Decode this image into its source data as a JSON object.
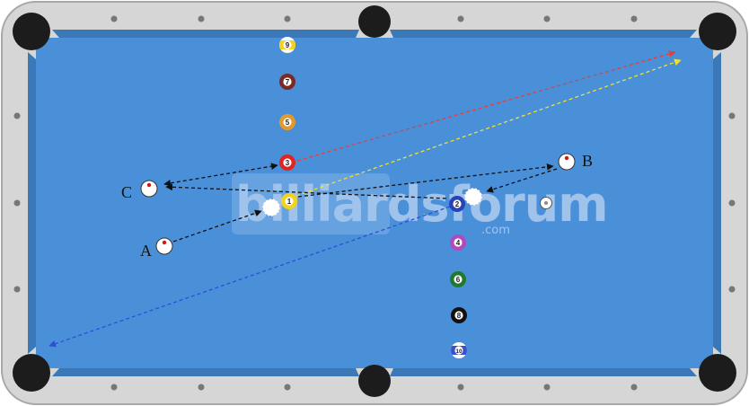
{
  "colors": {
    "felt": "#4a90d9",
    "cushion": "#3a78b8",
    "rail": "#d6d6d6",
    "pocket": "#1c1c1c",
    "path_black": "#111111",
    "path_red": "#e04040",
    "path_yellow": "#f0e030",
    "path_blue": "#2c4fd6"
  },
  "watermark": {
    "main": "billiardsforum",
    "sub": ".com"
  },
  "labels": {
    "A": "A",
    "B": "B",
    "C": "C"
  },
  "balls": [
    {
      "id": "ball-9",
      "number": "9",
      "color": "#f3d21b",
      "stripe": true
    },
    {
      "id": "ball-7",
      "number": "7",
      "color": "#7a2a22",
      "stripe": false
    },
    {
      "id": "ball-5",
      "number": "5",
      "color": "#e39a2b",
      "stripe": false
    },
    {
      "id": "ball-3",
      "number": "3",
      "color": "#e02424",
      "stripe": false
    },
    {
      "id": "ball-1",
      "number": "1",
      "color": "#f3d21b",
      "stripe": false
    },
    {
      "id": "ball-2",
      "number": "2",
      "color": "#2743b8",
      "stripe": false
    },
    {
      "id": "ball-4",
      "number": "4",
      "color": "#b04ac0",
      "stripe": false
    },
    {
      "id": "ball-6",
      "number": "6",
      "color": "#1f7a2e",
      "stripe": false
    },
    {
      "id": "ball-8",
      "number": "8",
      "color": "#111111",
      "stripe": false
    },
    {
      "id": "ball-10",
      "number": "10",
      "color": "#3a4fc8",
      "stripe": true
    }
  ]
}
